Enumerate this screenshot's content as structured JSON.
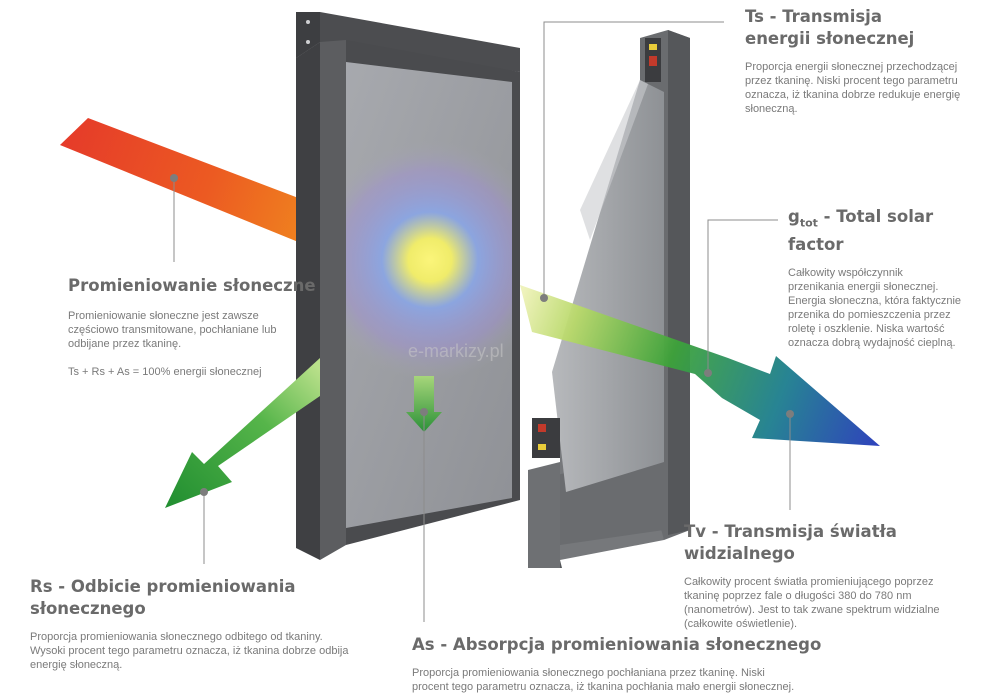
{
  "colors": {
    "text": "#6a6a6a",
    "line": "#8c8c8c",
    "frame": "#5e5f61",
    "glass": "#9a9da1"
  },
  "watermark": "e-markizy.pl",
  "labels": {
    "ts": {
      "title": "Ts - Transmisja energii słonecznej",
      "desc_lines": [
        "Proporcja energii słonecznej przechodzącej",
        "przez tkaninę. Niski procent tego parametru",
        "oznacza, iż tkanina dobrze redukuje energię",
        "słoneczną."
      ]
    },
    "gtot": {
      "title_main": "g",
      "title_sub": "tot",
      "title_rest": " - Total solar factor",
      "desc_lines": [
        "Całkowity współczynnik",
        "przenikania energii słonecznej.",
        "Energia słoneczna, która faktycznie",
        "przenika do pomieszczenia przez",
        "roletę i oszklenie. Niska wartość",
        "oznacza dobrą wydajność cieplną."
      ]
    },
    "sun": {
      "title": "Promieniowanie słoneczne",
      "desc_lines": [
        "Promieniowanie słoneczne jest zawsze",
        "częściowo transmitowane, pochłaniane lub",
        "odbijane przez tkaninę."
      ],
      "formula": "Ts + Rs + As = 100% energii słonecznej"
    },
    "tv": {
      "title": "Tv - Transmisja światła widzialnego",
      "desc_lines": [
        "Całkowity procent światła promieniującego poprzez",
        "tkaninę poprzez fale o długości 380 do 780 nm",
        "(nanometrów). Jest to tak zwane spektrum widzialne",
        "(całkowite oświetlenie)."
      ]
    },
    "rs": {
      "title": "Rs - Odbicie promieniowania słonecznego",
      "desc_lines": [
        "Proporcja promieniowania słonecznego odbitego od tkaniny.",
        "Wysoki procent tego parametru oznacza, iż tkanina dobrze odbija",
        "energię słoneczną."
      ]
    },
    "as": {
      "title": "As - Absorpcja promieniowania słonecznego",
      "desc_lines": [
        "Proporcja promieniowania słonecznego pochłaniana przez tkaninę. Niski",
        "procent tego parametru oznacza, iż tkanina pochłania mało energii słonecznej."
      ]
    }
  }
}
